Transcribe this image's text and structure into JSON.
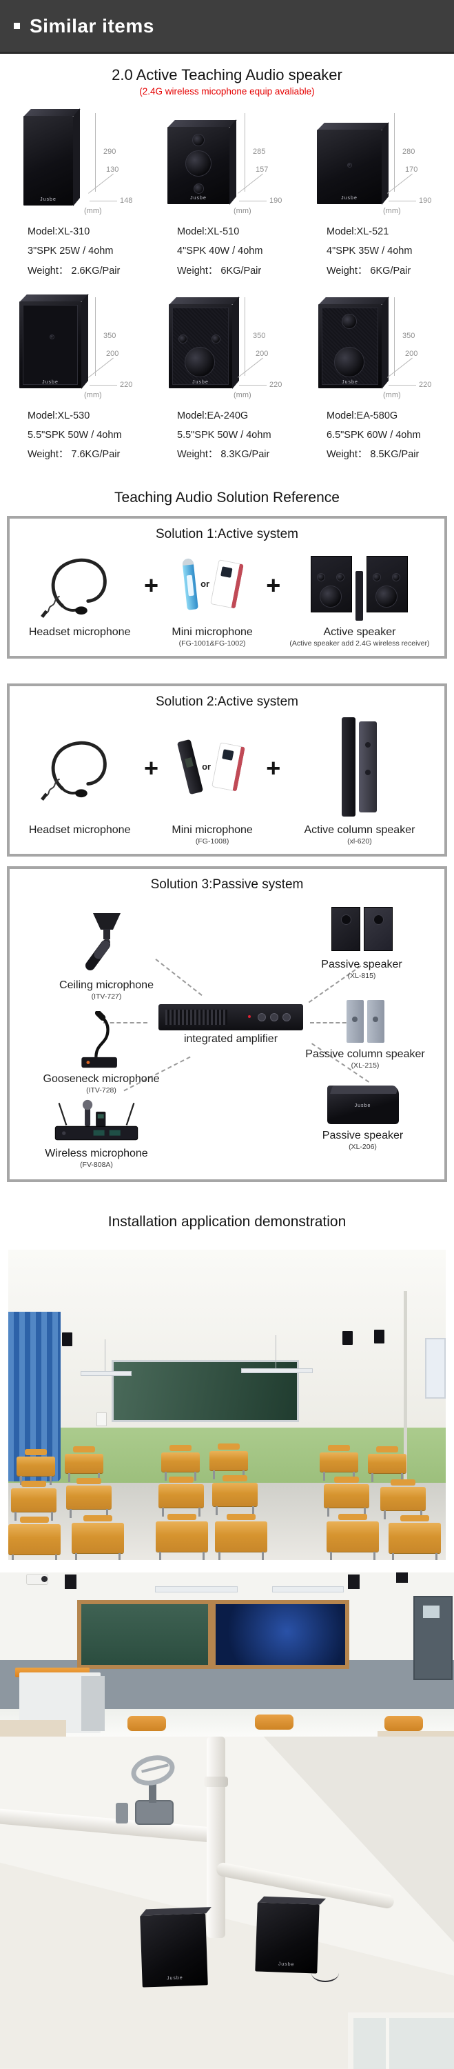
{
  "colors": {
    "header_bg": "#3e3e3e",
    "accent_red": "#e50000",
    "solution_box_border": "#a6a6a6",
    "dimension_text": "#8f8f8f",
    "speaker_black": "#101015",
    "classroom_wall_green": "#a5c883",
    "curtain_blue": "#3f74b8",
    "desk_orange": "#dd9c3f",
    "board_green": "#2f5746",
    "front_wall_gray": "#8d97a0"
  },
  "header": {
    "title": "Similar items"
  },
  "products": {
    "title": "2.0 Active Teaching Audio speaker",
    "subtitle": "(2.4G wireless micophone equip avaliable)",
    "brand": "Jusbe",
    "unit": "(mm)",
    "items": [
      {
        "model": "Model:XL-310",
        "spec": "3\"SPK  25W / 4ohm",
        "weight": "Weight： 2.6KG/Pair",
        "height": "290",
        "depth": "130",
        "width": "148"
      },
      {
        "model": "Model:XL-510",
        "spec": "4\"SPK  40W / 4ohm",
        "weight": "Weight： 6KG/Pair",
        "height": "285",
        "depth": "157",
        "width": "190"
      },
      {
        "model": "Model:XL-521",
        "spec": "4\"SPK  35W / 4ohm",
        "weight": "Weight： 6KG/Pair",
        "height": "280",
        "depth": "170",
        "width": "190"
      },
      {
        "model": "Model:XL-530",
        "spec": "5.5\"SPK  50W / 4ohm",
        "weight": "Weight： 7.6KG/Pair",
        "height": "350",
        "depth": "200",
        "width": "220"
      },
      {
        "model": "Model:EA-240G",
        "spec": "5.5\"SPK  50W / 4ohm",
        "weight": "Weight： 8.3KG/Pair",
        "height": "350",
        "depth": "200",
        "width": "220"
      },
      {
        "model": "Model:EA-580G",
        "spec": "6.5\"SPK  60W / 4ohm",
        "weight": "Weight： 8.5KG/Pair",
        "height": "350",
        "depth": "200",
        "width": "220"
      }
    ]
  },
  "solutions": {
    "section_title": "Teaching Audio Solution Reference",
    "plus": "+",
    "or": "or",
    "sol1": {
      "title": "Solution 1:Active system",
      "headset_label": "Headset microphone",
      "mini_label": "Mini microphone",
      "mini_sub": "(FG-1001&FG-1002)",
      "speaker_label": "Active speaker",
      "speaker_sub": "(Active speaker add 2.4G wireless receiver)"
    },
    "sol2": {
      "title": "Solution 2:Active system",
      "headset_label": "Headset microphone",
      "mini_label": "Mini microphone",
      "mini_sub": "(FG-1008)",
      "speaker_label": "Active column speaker",
      "speaker_sub": "(xl-620)"
    },
    "sol3": {
      "title": "Solution 3:Passive system",
      "ceiling_label": "Ceiling microphone",
      "ceiling_sub": "(ITV-727)",
      "gooseneck_label": "Gooseneck microphone",
      "gooseneck_sub": "(ITV-728)",
      "wireless_label": "Wireless microphone",
      "wireless_sub": "(FV-808A)",
      "amp_label": "integrated amplifier",
      "p1_label": "Passive speaker",
      "p1_sub": "(XL-815)",
      "p2_label": "Passive column speaker",
      "p2_sub": "(XL-215)",
      "p3_label": "Passive speaker",
      "p3_sub": "(XL-206)"
    }
  },
  "installation": {
    "title": "Installation application demonstration"
  }
}
